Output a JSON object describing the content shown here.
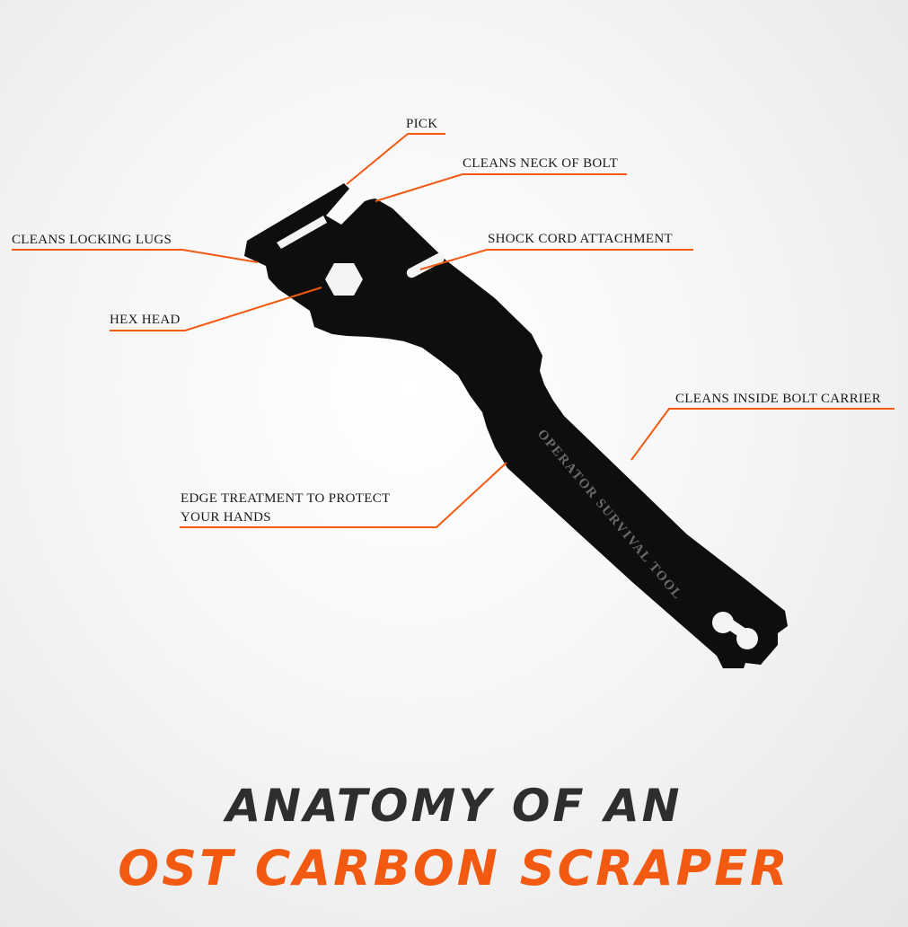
{
  "colors": {
    "accent": "#f25a12",
    "tool": "#0e0e0e",
    "title_dark": "#2e2e2e"
  },
  "tool": {
    "engraving": "OPERATOR SURVIVAL TOOL"
  },
  "callouts": {
    "pick": "PICK",
    "neck": "CLEANS NECK OF BOLT",
    "lugs": "CLEANS LOCKING LUGS",
    "shock": "SHOCK CORD ATTACHMENT",
    "hex": "HEX HEAD",
    "carrier": "CLEANS INSIDE BOLT CARRIER",
    "edge_line1": "EDGE TREATMENT TO PROTECT",
    "edge_line2": "YOUR HANDS"
  },
  "title": {
    "line1": "ANATOMY OF AN",
    "line2": "OST CARBON SCRAPER"
  }
}
